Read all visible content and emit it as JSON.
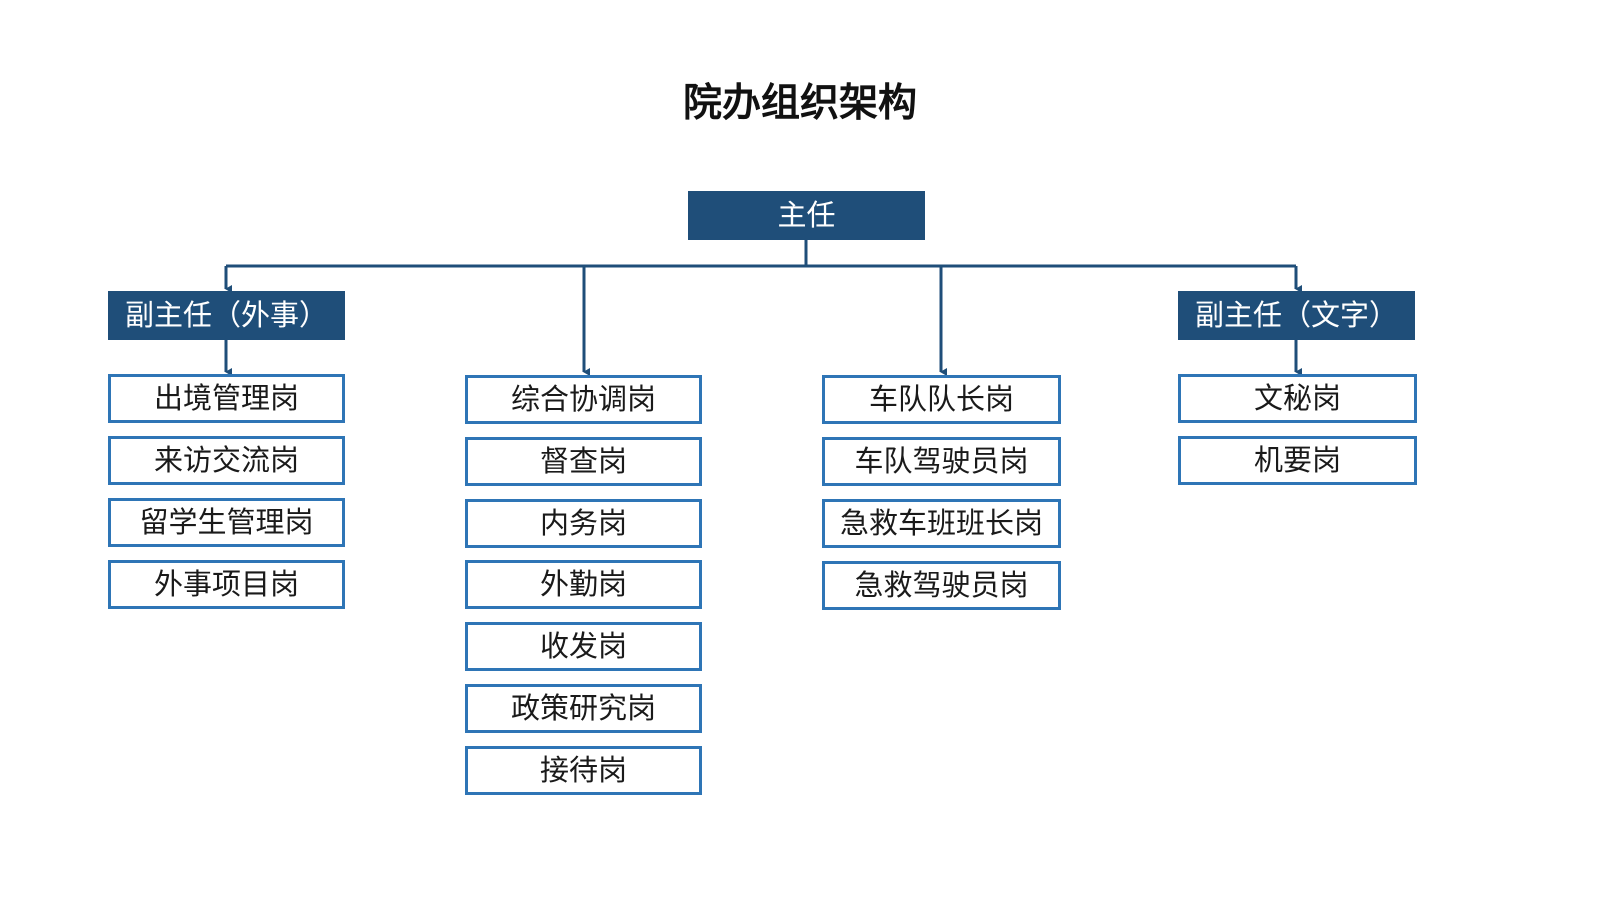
{
  "title": "院办组织架构",
  "root": {
    "label": "主任"
  },
  "deputy_foreign": {
    "label": "副主任（外事）"
  },
  "deputy_writing": {
    "label": "副主任（文字）"
  },
  "columns": {
    "foreign_posts": [
      "出境管理岗",
      "来访交流岗",
      "留学生管理岗",
      "外事项目岗"
    ],
    "general_posts": [
      "综合协调岗",
      "督查岗",
      "内务岗",
      "外勤岗",
      "收发岗",
      "政策研究岗",
      "接待岗"
    ],
    "vehicle_posts": [
      "车队队长岗",
      "车队驾驶员岗",
      "急救车班班长岗",
      "急救驾驶员岗"
    ],
    "writing_posts": [
      "文秘岗",
      "机要岗"
    ]
  },
  "colors": {
    "header_fill": "#1f4e79",
    "box_border": "#2e75b6",
    "connector": "#1f4e79"
  }
}
